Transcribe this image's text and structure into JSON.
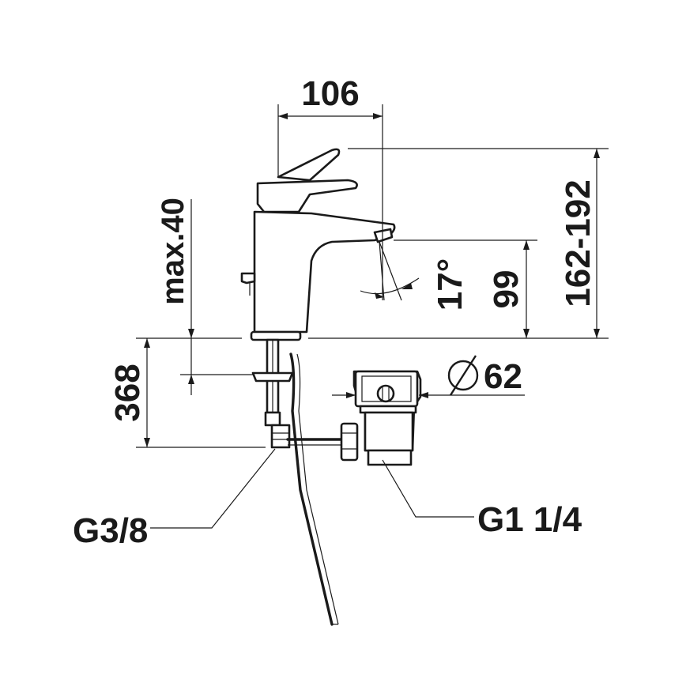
{
  "dimensions": {
    "width_top": "106",
    "total_height": "162-192",
    "spout_height": "99",
    "angle": "17°",
    "max_thickness": "max.40",
    "below_deck": "368",
    "waste_diameter": "62",
    "supply_thread": "G3/8",
    "waste_thread": "G1 1/4"
  },
  "colors": {
    "line": "#1a1a1a",
    "background": "#ffffff"
  }
}
